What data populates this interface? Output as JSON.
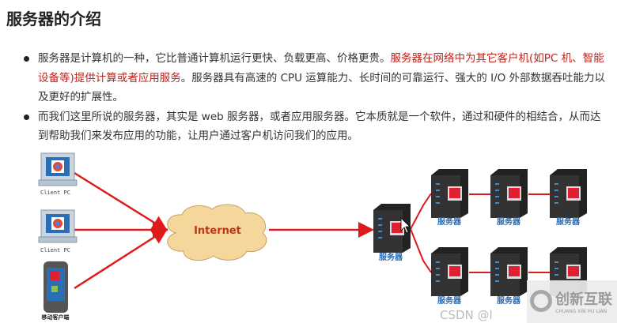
{
  "title": "服务器的介绍",
  "bullets": [
    {
      "parts": [
        {
          "text": "服务器是计算机的一种，它比普通计算机运行更快、负载更高、价格更贵。",
          "highlight": false
        },
        {
          "text": "服务器在网络中为其它客户机(如PC 机、智能设备等)提供计算或者应用服务",
          "highlight": true
        },
        {
          "text": "。服务器具有高速的 CPU 运算能力、长时间的可靠运行、强大的 I/O 外部数据吞吐能力以及更好的扩展性。",
          "highlight": false
        }
      ]
    },
    {
      "parts": [
        {
          "text": "而我们这里所说的服务器，其实是 web 服务器，或者应用服务器。它本质就是一个软件，通过和硬件的相结合，从而达到帮助我们来发布应用的功能，让用户通过客户机访问我们的应用。",
          "highlight": false
        }
      ]
    }
  ],
  "diagram": {
    "clients": [
      {
        "label": "Client PC"
      },
      {
        "label": "Client PC"
      },
      {
        "label": "移动客户端"
      }
    ],
    "cloud_label": "Internet",
    "server_label": "服务器",
    "colors": {
      "line": "#e0191b",
      "cloud": "#f6d79b",
      "cloud_text": "#c0321b",
      "server_label": "#2a6ab0"
    }
  },
  "watermark": {
    "csdn": "CSDN @l",
    "brand": "创新互联",
    "brand_pinyin": "CHUANG XIN HU LIAN"
  }
}
